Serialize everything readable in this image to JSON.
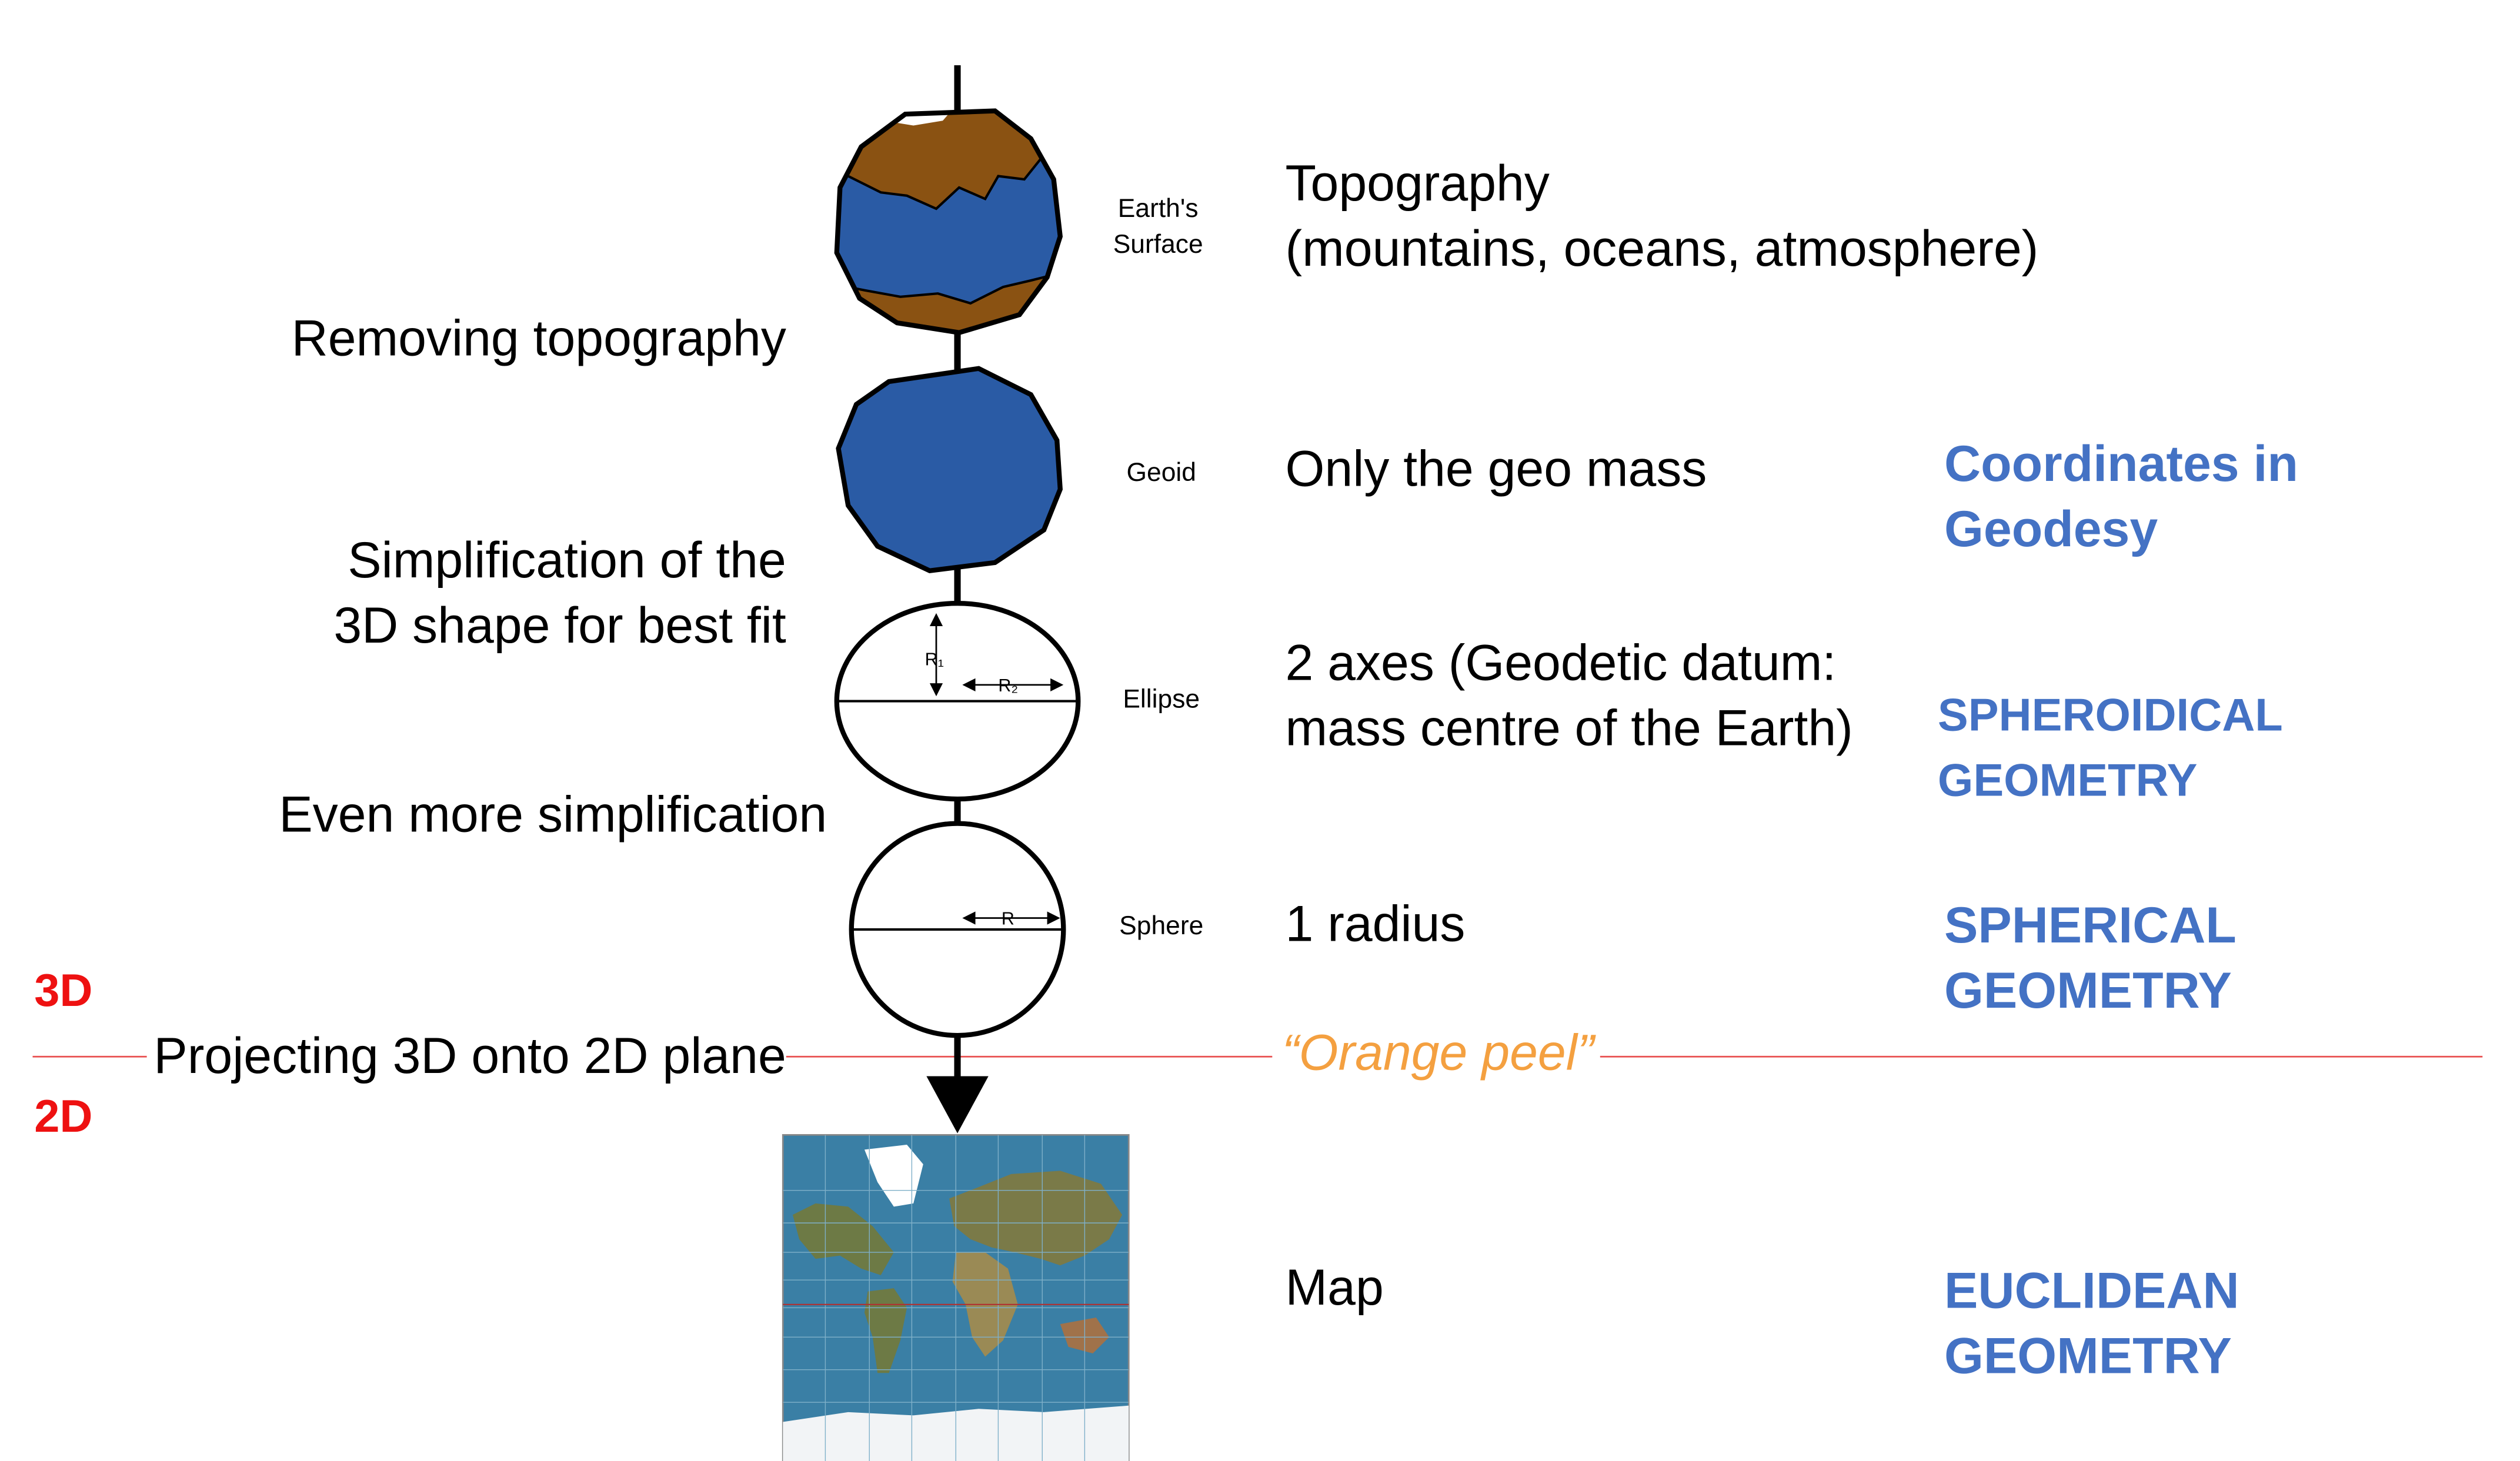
{
  "steps": {
    "removing_topography": "Removing topography",
    "simplification_line1": "Simplification of the",
    "simplification_line2": "3D shape for best fit",
    "even_more": "Even more simplification",
    "projecting": "Projecting 3D onto 2D plane"
  },
  "models": {
    "earth_surface_line1": "Earth's",
    "earth_surface_line2": "Surface",
    "geoid": "Geoid",
    "ellipse": "Ellipse",
    "sphere": "Sphere"
  },
  "shape_labels": {
    "r1": "R₁",
    "r2": "R₂",
    "r": "R"
  },
  "descriptions": {
    "topography_line1": "Topography",
    "topography_line2": "(mountains, oceans, atmosphere)",
    "geoid": "Only the geo mass",
    "ellipse_line1": "2 axes (Geodetic datum:",
    "ellipse_line2": "mass centre of the Earth)",
    "sphere": "1 radius",
    "map": "Map"
  },
  "geometry": {
    "geodesy_line1": "Coordinates in",
    "geodesy_line2": "Geodesy",
    "spheroidical_line1": "SPHEROIDICAL",
    "spheroidical_line2": "GEOMETRY",
    "spherical_line1": "SPHERICAL",
    "spherical_line2": "GEOMETRY",
    "euclidean_line1": "EUCLIDEAN",
    "euclidean_line2": "GEOMETRY"
  },
  "dimensions": {
    "three_d": "3D",
    "two_d": "2D"
  },
  "orange_peel": "“Orange peel”",
  "colors": {
    "ocean": "#2a5ba5",
    "land": "#8a5212",
    "geometry_text": "#4472c4",
    "dimension_text": "#ee1111",
    "orange_peel": "#f4a040",
    "divider_line": "#e85050"
  }
}
